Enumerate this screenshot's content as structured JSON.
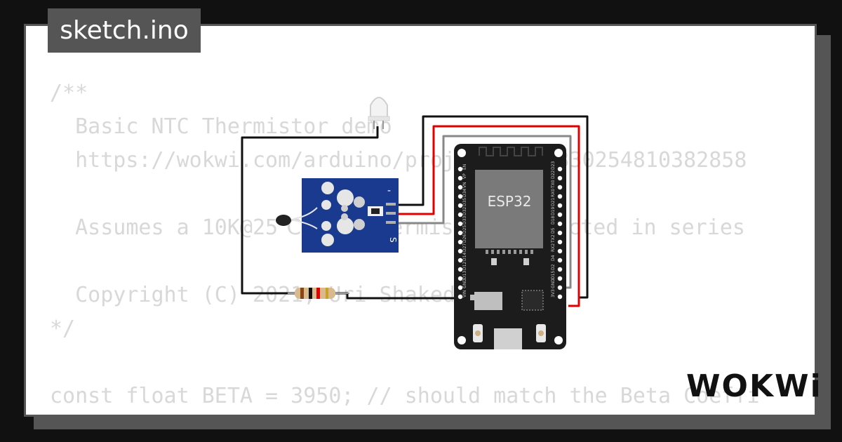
{
  "tab": {
    "label": "sketch.ino"
  },
  "code_lines": [
    "/**",
    "  Basic NTC Thermistor demo",
    "  https://wokwi.com/arduino/projects/299330254810382858",
    "",
    "  Assumes a 10K@25℃ NTC thermistor connected in series",
    "",
    "  Copyright (C) 2021, Uri Shaked",
    "*/",
    "",
    "const float BETA = 3950; // should match the Beta Coeffi"
  ],
  "board": {
    "chip_label": "ESP32",
    "left_pins": [
      "EN",
      "VP",
      "VN",
      "D34",
      "D35",
      "D32",
      "D33",
      "D25",
      "D26",
      "D27",
      "D14",
      "D12",
      "D13",
      "GND",
      "VIN"
    ],
    "right_pins": [
      "D23",
      "D22",
      "TX0",
      "RX0",
      "D21",
      "D19",
      "D18",
      "D5",
      "TX2",
      "RX2",
      "D4",
      "D2",
      "D15",
      "GND",
      "3V3"
    ]
  },
  "sensor_module": {
    "pin_minus": "-",
    "pin_signal": "S"
  },
  "wire_colors": {
    "black": "#111111",
    "red": "#e00000",
    "gray": "#888888"
  },
  "logo": {
    "text": "WOKWi"
  }
}
